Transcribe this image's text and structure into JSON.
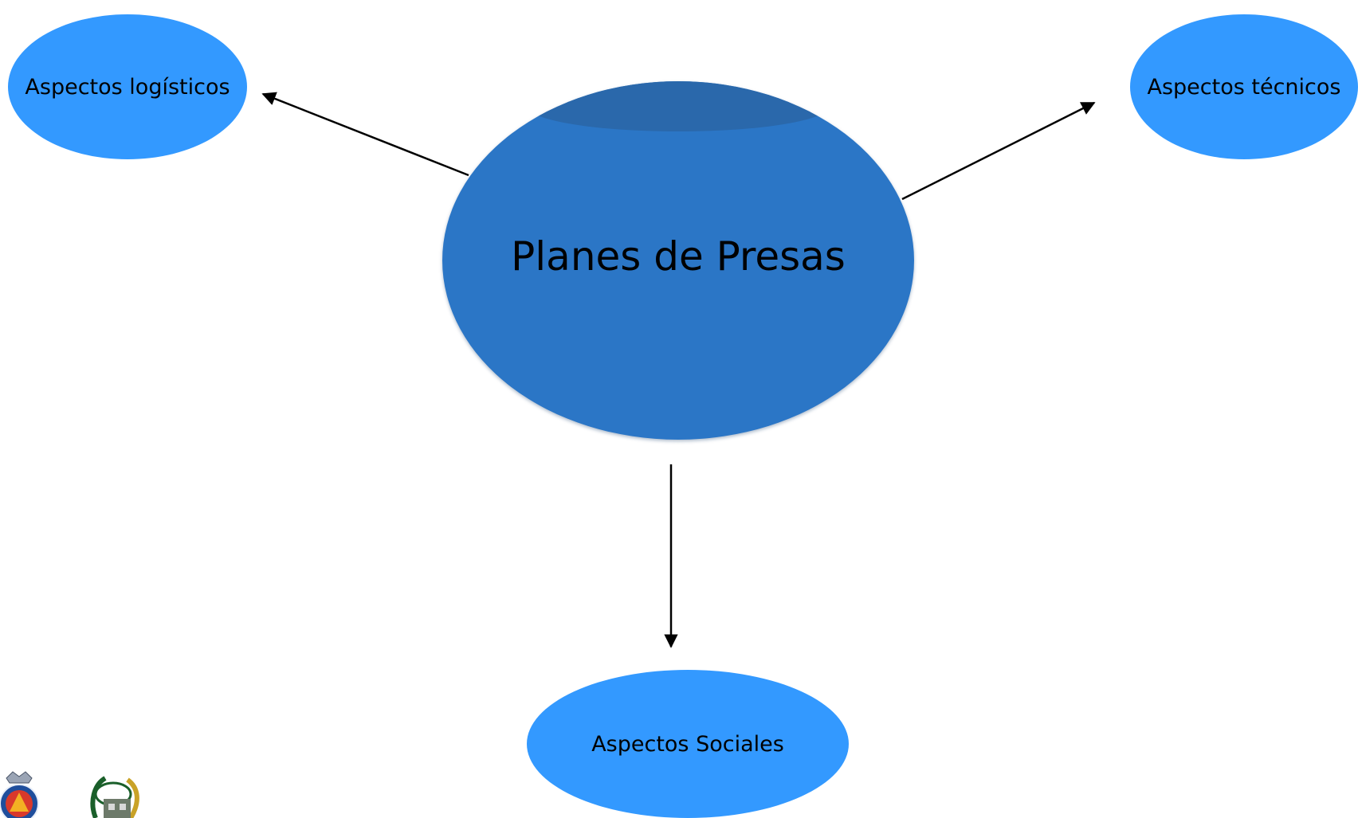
{
  "diagram": {
    "center": {
      "label": "Planes de Presas"
    },
    "nodes": {
      "logisticos": {
        "label": "Aspectos logísticos"
      },
      "tecnicos": {
        "label": "Aspectos técnicos"
      },
      "sociales": {
        "label": "Aspectos Sociales"
      }
    },
    "edges": [
      {
        "from": "Planes de Presas",
        "to": "Aspectos logísticos"
      },
      {
        "from": "Planes de Presas",
        "to": "Aspectos técnicos"
      },
      {
        "from": "Planes de Presas",
        "to": "Aspectos Sociales"
      }
    ],
    "colors": {
      "center_fill": "#2b76c6",
      "node_fill": "#3399ff",
      "arrow": "#000000"
    }
  },
  "logos": [
    {
      "icon": "proteccion-civil-crest-icon"
    },
    {
      "icon": "laurel-emblem-icon"
    }
  ]
}
